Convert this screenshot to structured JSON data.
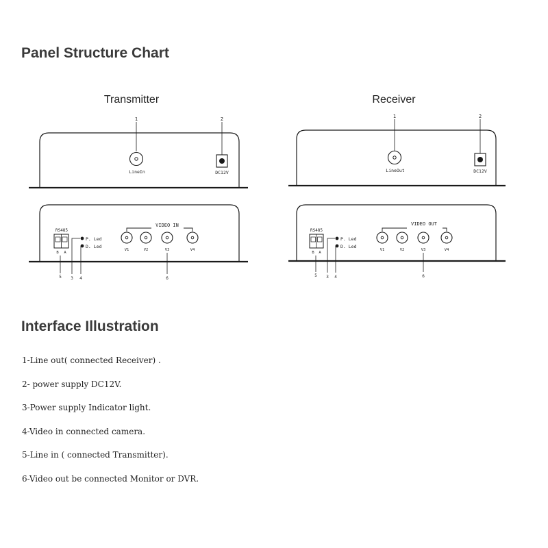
{
  "page": {
    "title": "Panel Structure Chart",
    "subtitle": "Interface Illustration"
  },
  "transmitter": {
    "title": "Transmitter",
    "callouts": [
      "1",
      "2",
      "5",
      "3",
      "4",
      "6"
    ],
    "line_label": "LineIn",
    "power_label": "DC12V",
    "rs485_label": "RS485",
    "terminal_labels": [
      "B",
      "A"
    ],
    "led_labels": [
      "P. Led",
      "D. Led"
    ],
    "video_group_label": "VIDEO IN",
    "video_ports": [
      "V1",
      "V2",
      "V3",
      "V4"
    ]
  },
  "receiver": {
    "title": "Receiver",
    "callouts": [
      "1",
      "2",
      "5",
      "3",
      "4",
      "6"
    ],
    "line_label": "LineOut",
    "power_label": "DC12V",
    "rs485_label": "RS485",
    "terminal_labels": [
      "B",
      "A"
    ],
    "led_labels": [
      "P. Led",
      "D. Led"
    ],
    "video_group_label": "VIDEO OUT",
    "video_ports": [
      "V1",
      "V2",
      "V3",
      "V4"
    ]
  },
  "interface_items": [
    "1-Line out( connected Receiver) .",
    "2- power supply DC12V.",
    "3-Power supply Indicator light.",
    "4-Video in connected camera.",
    "5-Line in ( connected Transmitter).",
    "6-Video out be connected Monitor or DVR."
  ],
  "colors": {
    "line": "#1a1a1a",
    "text": "#222222",
    "heading": "#3a3a3a"
  }
}
